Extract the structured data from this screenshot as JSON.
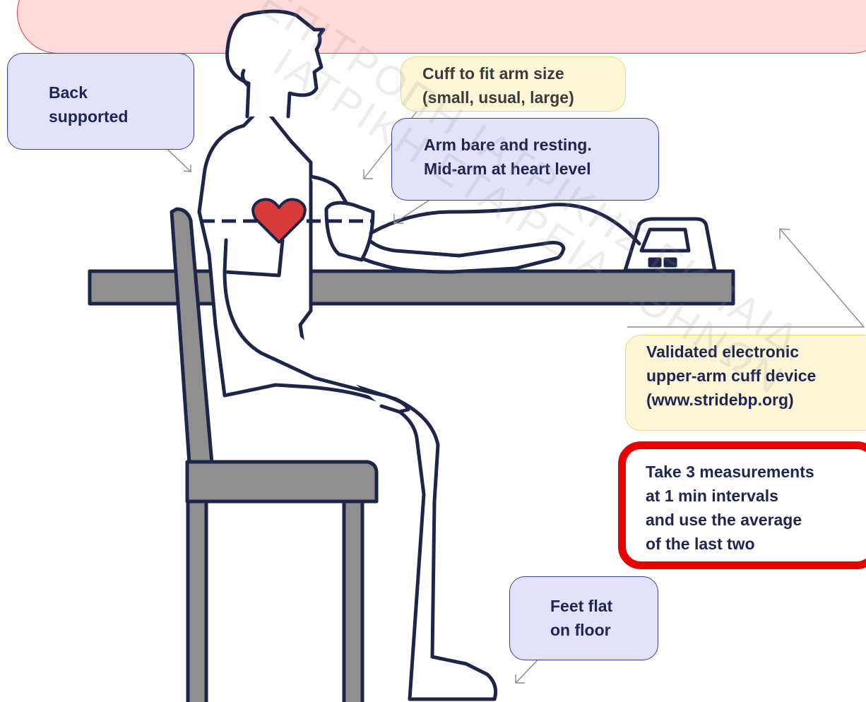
{
  "labels": {
    "back": [
      "Back",
      "supported"
    ],
    "cuff": [
      "Cuff to fit arm size",
      "(small, usual, large)"
    ],
    "arm": [
      "Arm bare and resting.",
      "Mid-arm at heart level"
    ],
    "device": [
      "Validated electronic",
      "upper-arm cuff device",
      "(www.stridebp.org)"
    ],
    "measurements": [
      "Take 3 measurements",
      "at 1 min intervals",
      "and use the average",
      "of the last two"
    ],
    "feet": [
      "Feet flat",
      "on floor"
    ]
  },
  "watermark": {
    "line1": "ΕΠΙΤΡΟΠΗ ΙΑΤΡΙΚΗΣ ΕΚΠΑΙΔ",
    "line2": "ΙΑΤΡΙΚΗ ΕΤΑΙΡΕΙΑ ΑΘΗΝΩΝ"
  },
  "colors": {
    "outline": "#1d2549",
    "furniture": "#8f8f8f",
    "heart": "#d93a3a",
    "label_blue_bg": "#e3e2fb",
    "label_yellow_bg": "#fdf6d6",
    "highlight": "#e60000",
    "banner": "#fedada"
  }
}
